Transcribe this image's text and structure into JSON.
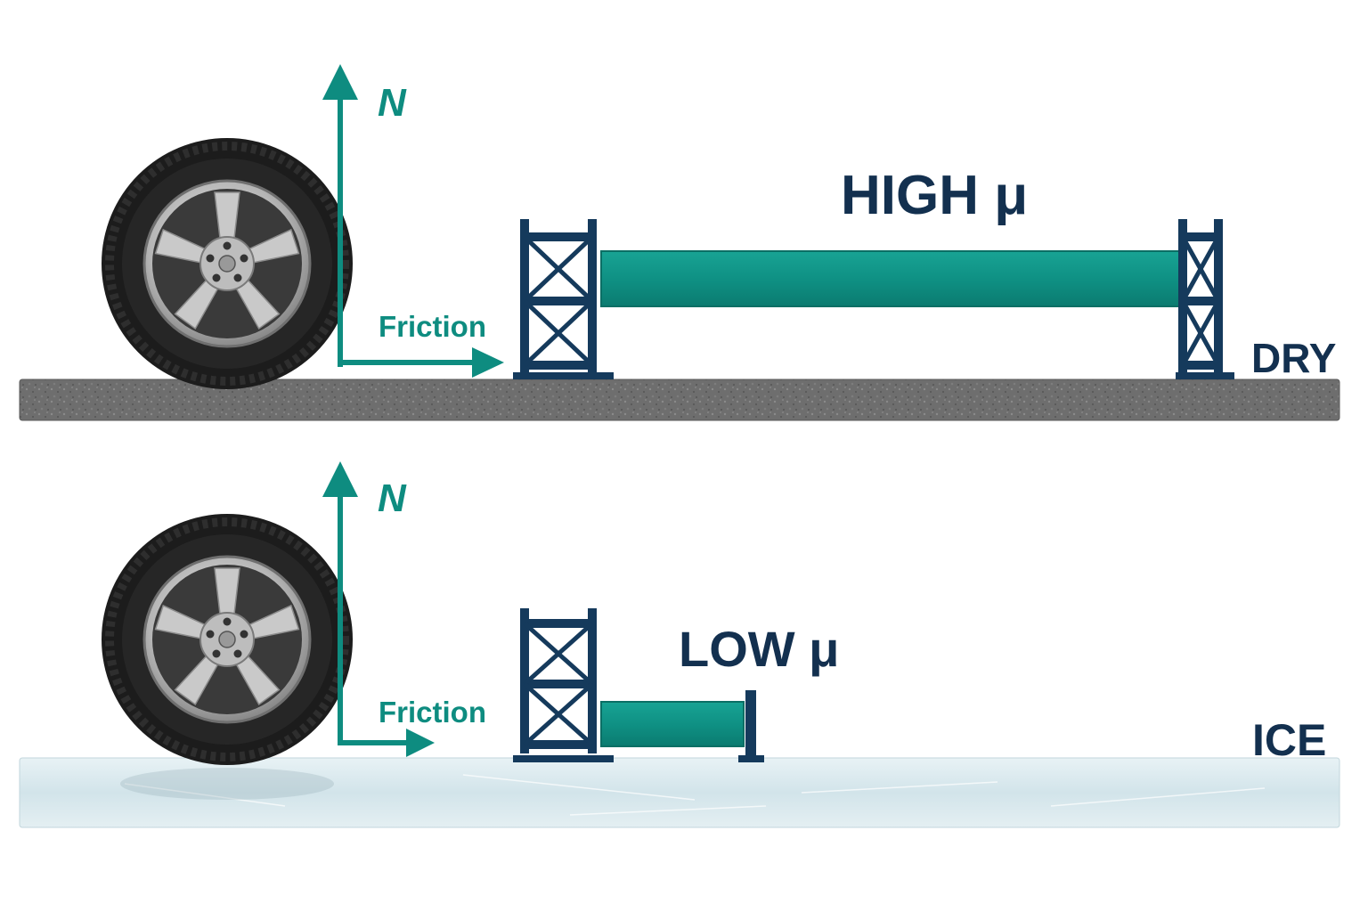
{
  "colors": {
    "teal": "#0e8c80",
    "bar_teal": "#0f9184",
    "navy": "#153a5c",
    "navy_text": "#13304f",
    "asphalt": "#6b6b6b",
    "ice": "#dbe9ee"
  },
  "panels": [
    {
      "id": "dry",
      "normal_label": "N",
      "friction_label": "Friction",
      "mu_label": "HIGH μ",
      "surface_label": "DRY",
      "friction_level": "high"
    },
    {
      "id": "ice",
      "normal_label": "N",
      "friction_label": "Friction",
      "mu_label": "LOW μ",
      "surface_label": "ICE",
      "friction_level": "low"
    }
  ],
  "icons": [
    "tire-icon",
    "alloy-wheel-icon",
    "normal-force-arrow-icon",
    "friction-force-arrow-icon",
    "truss-tower-icon"
  ]
}
